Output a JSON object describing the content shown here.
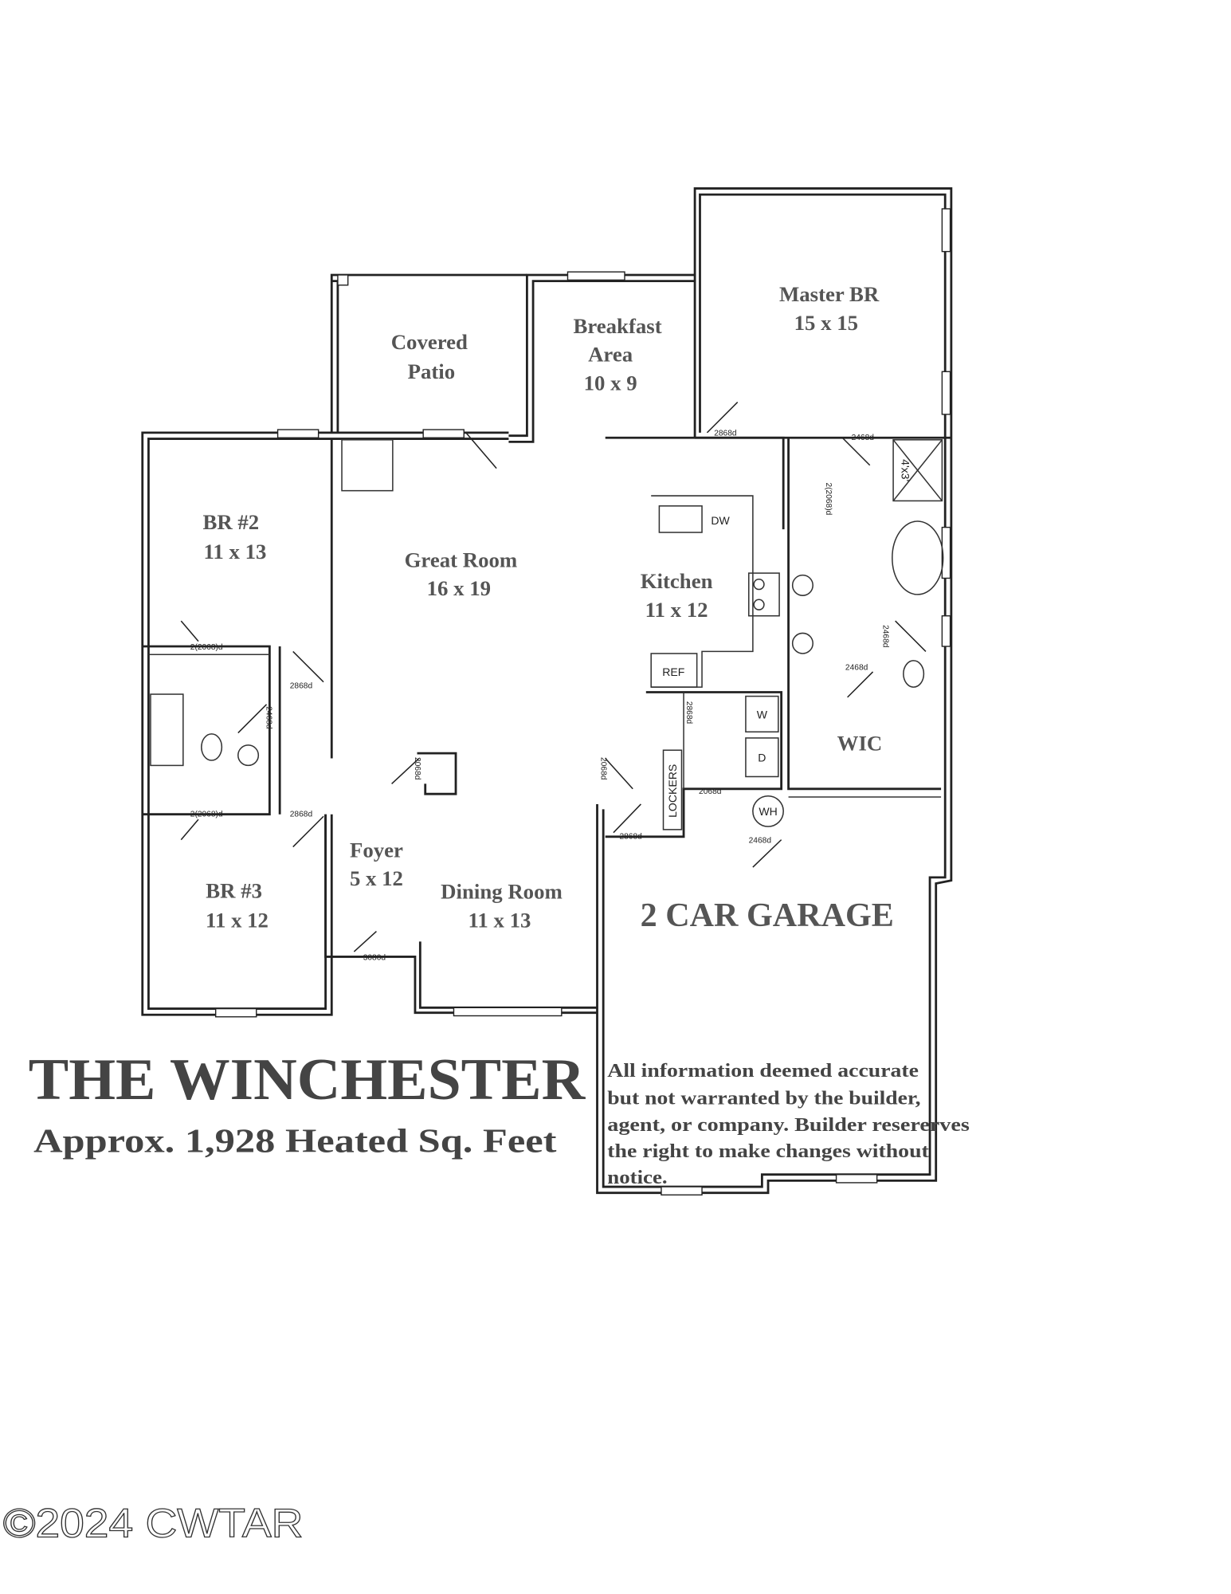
{
  "title": "THE WINCHESTER",
  "subtitle": "Approx. 1,928 Heated Sq. Feet",
  "disclaimer": [
    "All information deemed accurate",
    "but not warranted by the builder,",
    "agent, or company.  Builder resererves",
    "the right to make changes without",
    "notice."
  ],
  "rooms": {
    "master": {
      "name": "Master BR",
      "size": "15 x 15"
    },
    "patio": {
      "name1": "Covered",
      "name2": "Patio"
    },
    "breakfast": {
      "name1": "Breakfast",
      "name2": "Area",
      "size": "10 x 9"
    },
    "br2": {
      "name": "BR #2",
      "size": "11 x 13"
    },
    "great": {
      "name": "Great Room",
      "size": "16 x 19"
    },
    "kitchen": {
      "name": "Kitchen",
      "size": "11 x 12"
    },
    "wic": {
      "name": "WIC"
    },
    "foyer": {
      "name": "Foyer",
      "size": "5 x 12"
    },
    "br3": {
      "name": "BR #3",
      "size": "11 x 12"
    },
    "dining": {
      "name": "Dining Room",
      "size": "11 x 13"
    },
    "garage": {
      "name": "2 CAR GARAGE"
    }
  },
  "door_tags": {
    "d2868": "2868d",
    "d2468": "2468d",
    "d2x2068": "2(2068)d",
    "d2068": "2068d",
    "d3080": "3080d"
  },
  "fixtures": {
    "dw": "DW",
    "ref": "REF",
    "washer": "W",
    "dryer": "D",
    "water_heater": "WH",
    "lockers": "LOCKERS",
    "shower": "4'x3'"
  },
  "copyright": "©2024 CWTAR"
}
